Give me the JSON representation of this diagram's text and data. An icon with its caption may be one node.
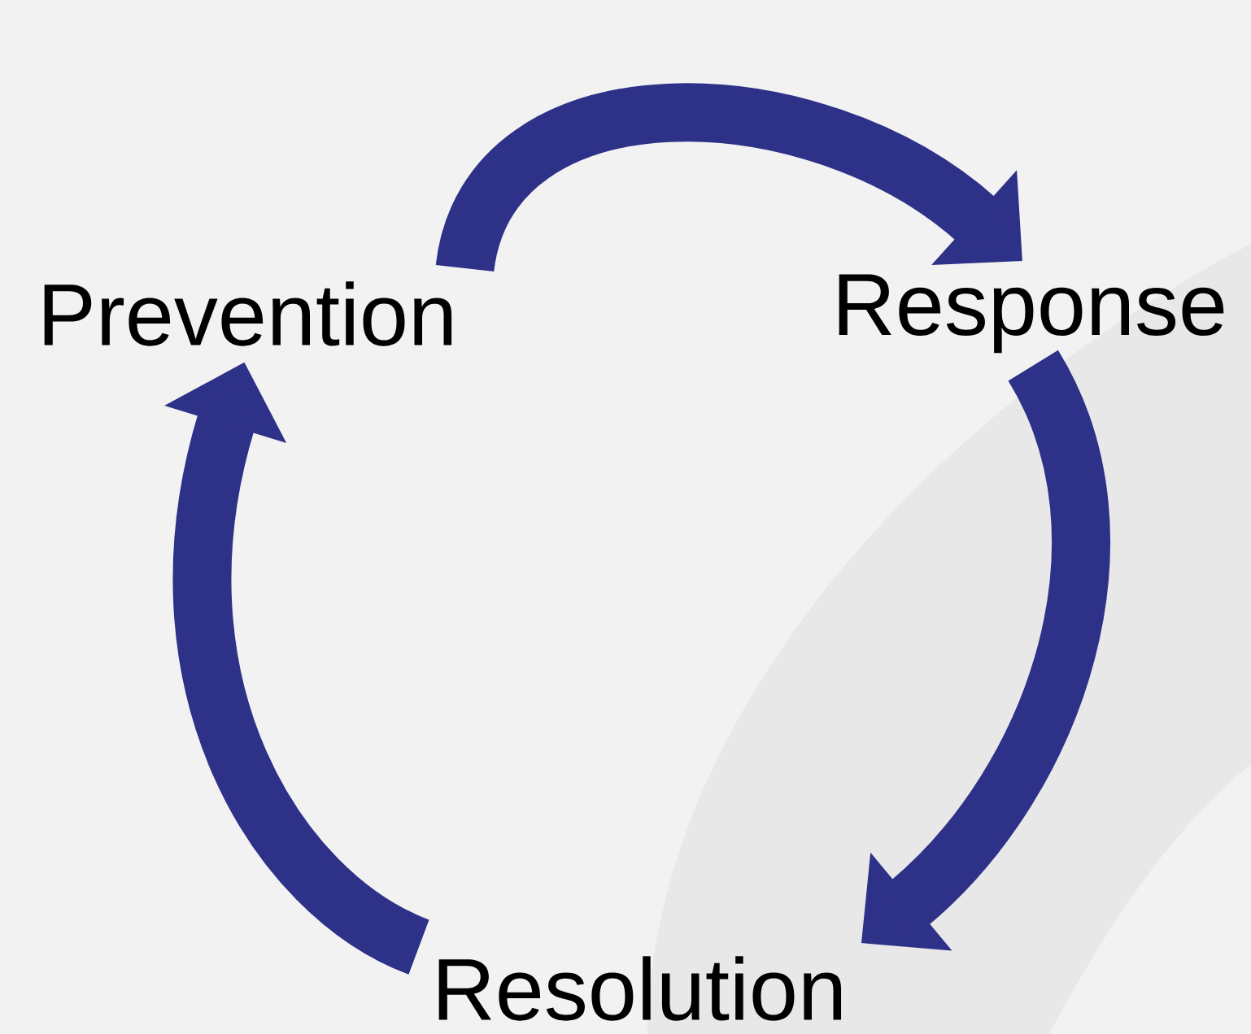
{
  "diagram": {
    "nodes": [
      {
        "text": [
          "Prevention"
        ]
      },
      {
        "text": [
          "Response"
        ]
      },
      {
        "text": [
          "Resolution"
        ]
      }
    ],
    "edges": [
      {
        "from": 0,
        "to": 1,
        "arrow": "to"
      },
      {
        "from": 1,
        "to": 2,
        "arrow": "to"
      },
      {
        "from": 2,
        "to": 0,
        "arrow": "to"
      }
    ]
  }
}
